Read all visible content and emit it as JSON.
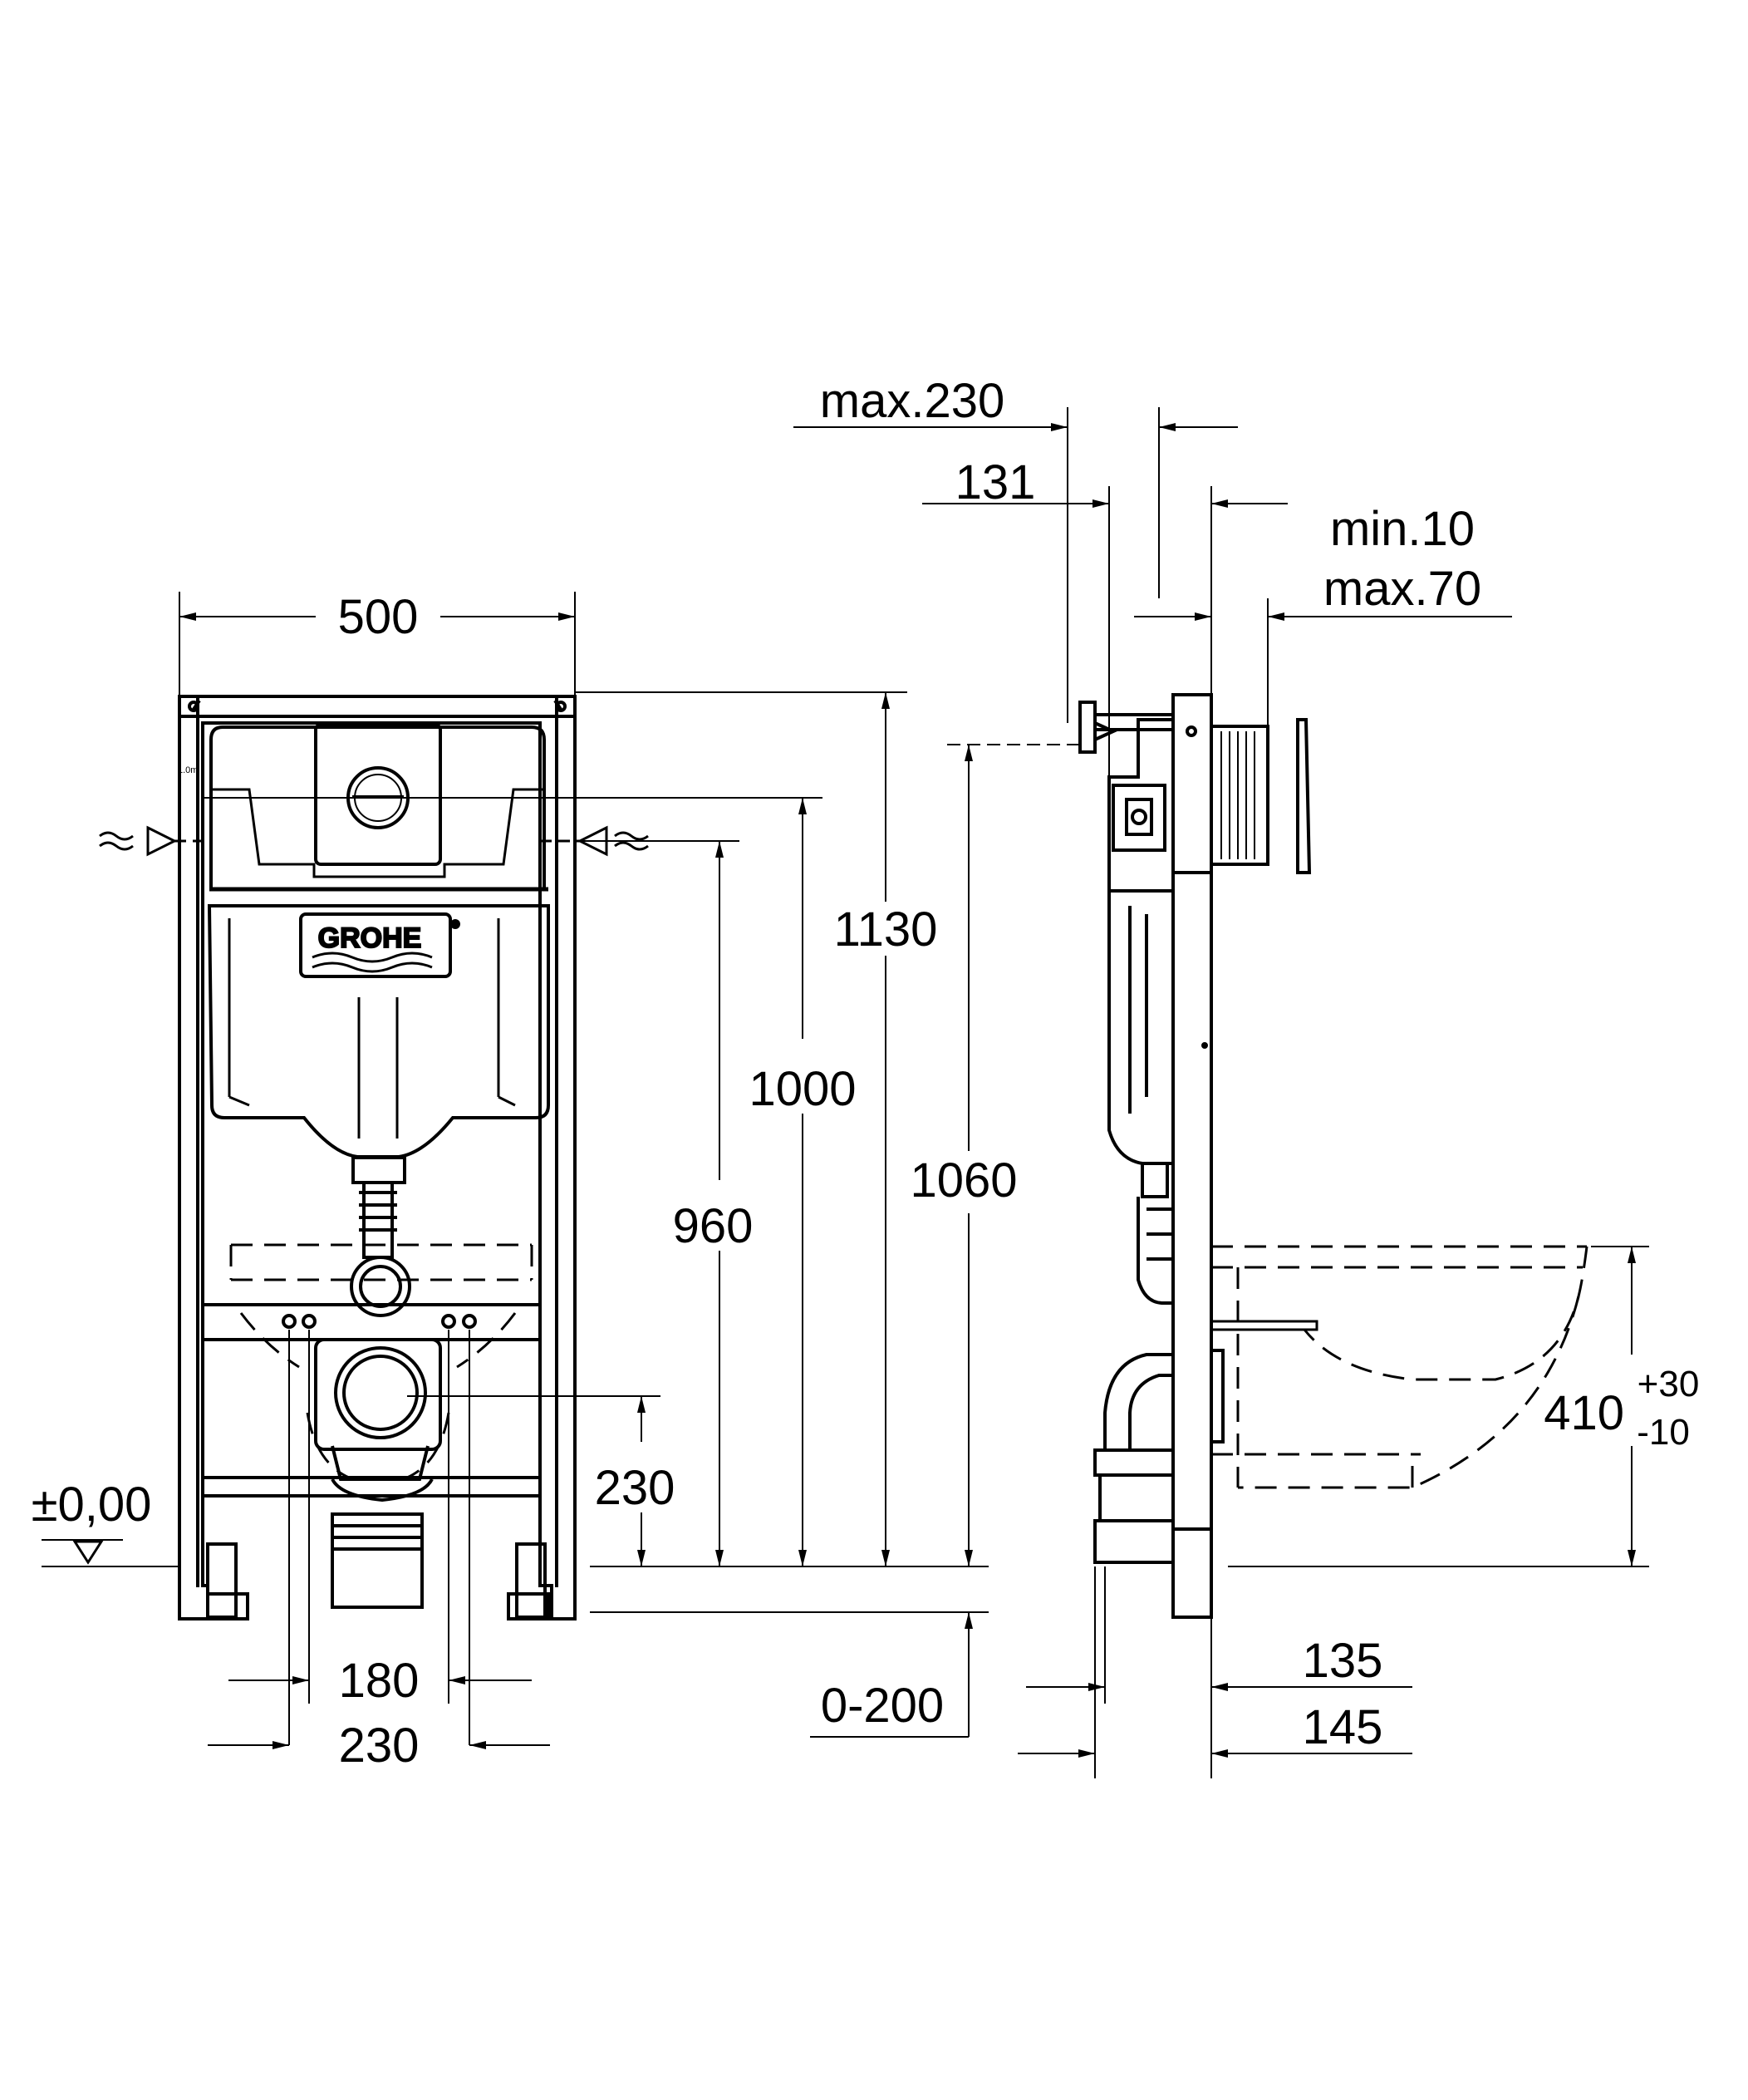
{
  "front_view": {
    "width": "500",
    "height_frame": "1130",
    "height_cistern": "1000",
    "height_supply": "960",
    "height_outlet": "230",
    "bolt_spacing_inner": "180",
    "bolt_spacing_outer": "230",
    "floor_level": "±0,00",
    "brand_logo": "GROHE",
    "small_mark": "1.0m"
  },
  "side_view": {
    "max_depth": "max.230",
    "depth_131": "131",
    "wall_min": "min.10",
    "wall_max": "max.70",
    "height_total": "1060",
    "leg_adjust": "0-200",
    "bowl_height": "410",
    "bowl_tol_plus": "+30",
    "bowl_tol_minus": "-10",
    "depth_135": "135",
    "depth_145": "145"
  }
}
